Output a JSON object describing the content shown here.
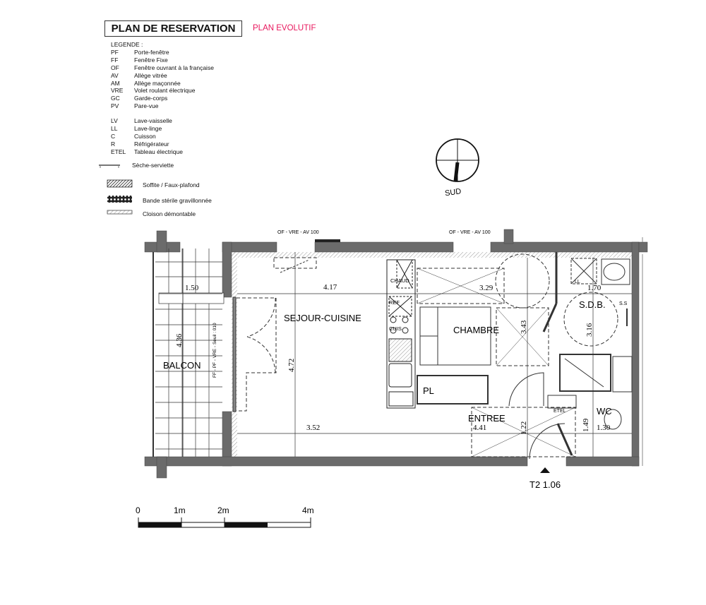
{
  "header": {
    "title": "PLAN DE RESERVATION",
    "subtitle": "PLAN EVOLUTIF"
  },
  "legend": {
    "heading": "LEGENDE :",
    "group1": [
      {
        "abbr": "PF",
        "label": "Porte-fenêtre"
      },
      {
        "abbr": "FF",
        "label": "Fenêtre Fixe"
      },
      {
        "abbr": "OF",
        "label": "Fenêtre ouvrant à la française"
      },
      {
        "abbr": "AV",
        "label": "Allège vitrée"
      },
      {
        "abbr": "AM",
        "label": "Allège maçonnée"
      },
      {
        "abbr": "VRE",
        "label": "Volet roulant électrique"
      },
      {
        "abbr": "GC",
        "label": "Garde-corps"
      },
      {
        "abbr": "PV",
        "label": "Pare-vue"
      }
    ],
    "group2": [
      {
        "abbr": "LV",
        "label": "Lave-vaisselle"
      },
      {
        "abbr": "LL",
        "label": "Lave-linge"
      },
      {
        "abbr": "C",
        "label": "Cuisson"
      },
      {
        "abbr": "R",
        "label": "Réfrigérateur"
      },
      {
        "abbr": "ETEL",
        "label": "Tableau électrique"
      }
    ],
    "symbols": {
      "towel_dryer": "Sèche-serviette",
      "soffit": "Soffite / Faux-plafond",
      "gravel": "Bande stérile gravillonnée",
      "partition": "Cloison démontable"
    }
  },
  "compass": {
    "label": "SUD"
  },
  "plan": {
    "windows": {
      "left_top": "OF - VRE - AV 100",
      "right_top": "OF - VRE - AV 100",
      "balcony_door": "FF - PF - VRE - Seuil : 010"
    },
    "rooms": {
      "sejour": "SEJOUR-CUISINE",
      "balcon": "BALCON",
      "chambre": "CHAMBRE",
      "sdb": "S.D.B.",
      "entree": "ENTREE",
      "wc": "WC",
      "pl": "PL"
    },
    "equipment": {
      "chaud": "CHAUD",
      "ref": "REF",
      "cuis": "CUIS",
      "etel": "ETEL",
      "ss": "S.S",
      "ll": "LL"
    },
    "dimensions": {
      "balcon_w": "1.50",
      "balcon_h": "4.36",
      "sejour_w": "4.17",
      "sejour_h": "4.72",
      "sejour_bottom": "3.52",
      "chambre_w": "3.29",
      "chambre_h": "3.43",
      "sdb_w": "1.70",
      "sdb_h": "3.16",
      "entree": "4.41",
      "entree_h": "1.22",
      "wc_w": "1.30",
      "wc_h": "1.49"
    },
    "unit": "T2 1.06"
  },
  "scale_bar": {
    "labels": [
      "0",
      "1m",
      "2m",
      "4m"
    ]
  },
  "colors": {
    "wall": "#6b6b6b",
    "accent": "#e8175d"
  }
}
